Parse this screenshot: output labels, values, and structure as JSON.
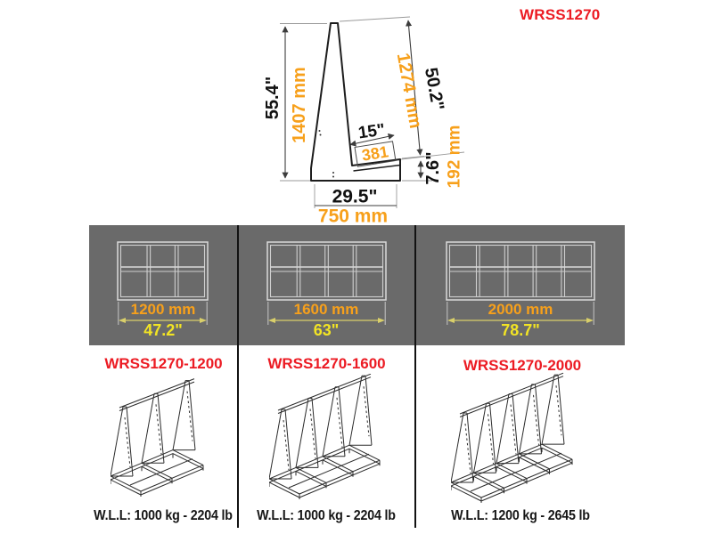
{
  "page": {
    "title": "WRSS1270"
  },
  "colors": {
    "red": "#EC1B23",
    "orange": "#F7A01B",
    "yellow": "#F2E424",
    "band_gray": "#6A6A6A"
  },
  "side_profile": {
    "labels": {
      "height_in": "55.4\"",
      "height_mm": "1407 mm",
      "slant_mm": "1274 mm",
      "slant_in": "50.2\"",
      "deck_in": "15\"",
      "deck_mm": "381",
      "base_height_in": "7.6\"",
      "base_height_mm": "192 mm",
      "base_width_in": "29.5\"",
      "base_width_mm": "750 mm"
    }
  },
  "variants": [
    {
      "model": "WRSS1270-1200",
      "width_mm": "1200 mm",
      "width_in": "47.2\"",
      "wll": "W.L.L: 1000 kg - 2204 lb",
      "grid_columns": 3,
      "rib_count": 3
    },
    {
      "model": "WRSS1270-1600",
      "width_mm": "1600 mm",
      "width_in": "63\"",
      "wll": "W.L.L: 1000 kg - 2204 lb",
      "grid_columns": 4,
      "rib_count": 4
    },
    {
      "model": "WRSS1270-2000",
      "width_mm": "2000 mm",
      "width_in": "78.7\"",
      "wll": "W.L.L: 1200 kg - 2645 lb",
      "grid_columns": 5,
      "rib_count": 5
    }
  ]
}
